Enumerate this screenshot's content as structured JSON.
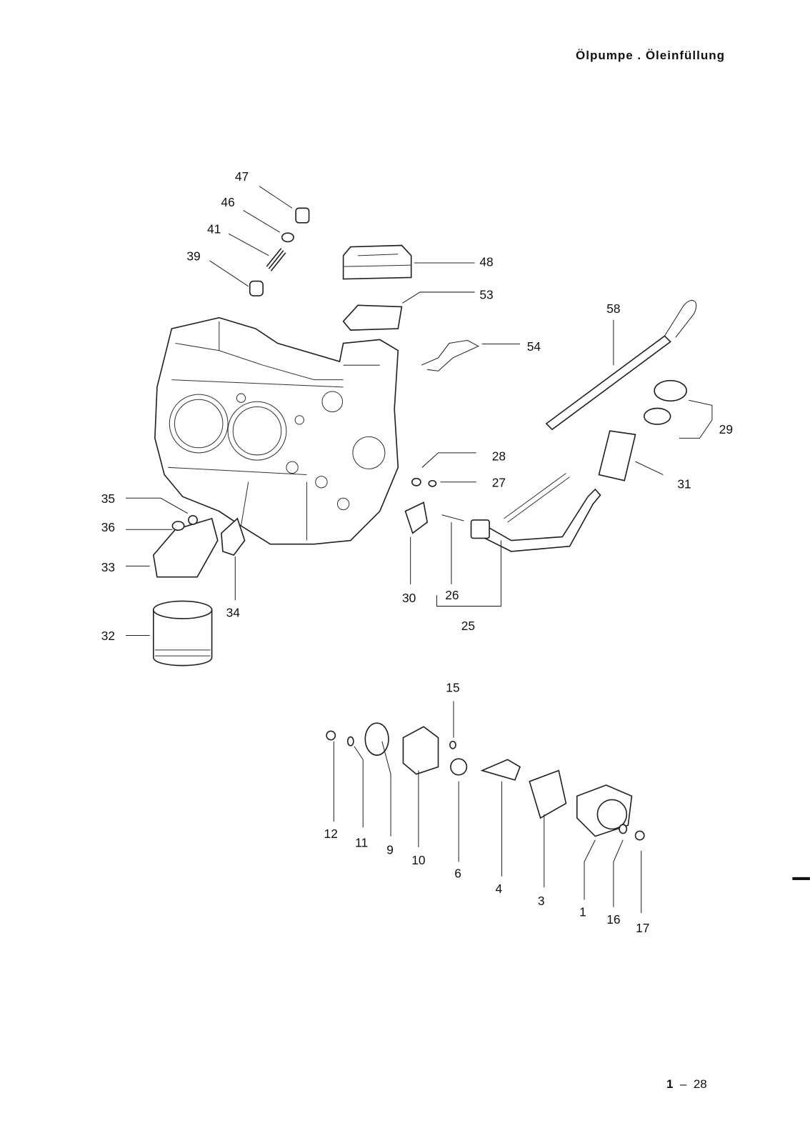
{
  "header": {
    "title": "Ölpumpe . Öleinfüllung"
  },
  "footer": {
    "section": "1",
    "separator": "–",
    "page": "28"
  },
  "callouts": {
    "c47": "47",
    "c46": "46",
    "c41": "41",
    "c39": "39",
    "c48": "48",
    "c53": "53",
    "c58": "58",
    "c54": "54",
    "c29": "29",
    "c28": "28",
    "c27": "27",
    "c31": "31",
    "c35": "35",
    "c36": "36",
    "c33": "33",
    "c34": "34",
    "c30": "30",
    "c26": "26",
    "c25": "25",
    "c32": "32",
    "c15": "15",
    "c12": "12",
    "c11": "11",
    "c9": "9",
    "c10": "10",
    "c6": "6",
    "c4": "4",
    "c3": "3",
    "c1": "1",
    "c16": "16",
    "c17": "17"
  }
}
